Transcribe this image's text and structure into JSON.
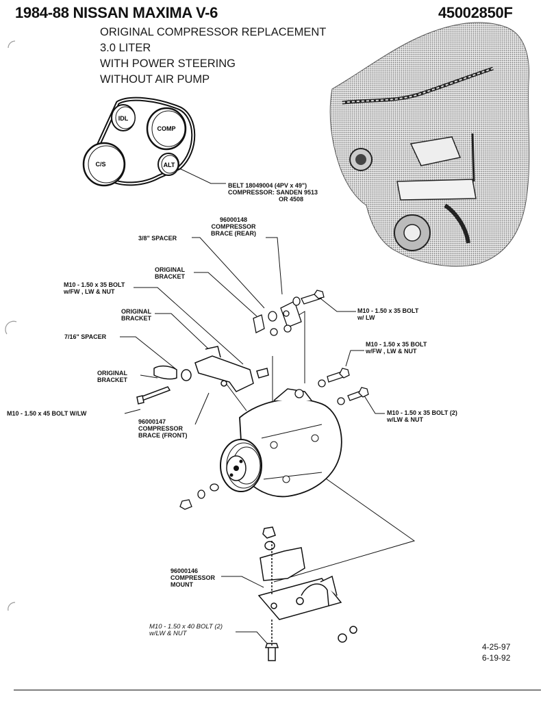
{
  "header": {
    "title": "1984-88 NISSAN MAXIMA V-6",
    "part_number": "45002850F",
    "subtitle_lines": [
      "ORIGINAL COMPRESSOR REPLACEMENT",
      "3.0 LITER",
      "WITH POWER STEERING",
      "WITHOUT AIR PUMP"
    ]
  },
  "belt_diagram": {
    "pulleys": {
      "idler": "IDL",
      "compressor": "COMP",
      "crankshaft": "C/S",
      "alternator": "ALT"
    },
    "belt_lines": [
      "BELT 18049004 (4PV x 49\")",
      "COMPRESSOR: SANDEN 9513",
      "OR 4508"
    ]
  },
  "callouts": {
    "spacer_3_8": "3/8\" SPACER",
    "brace_rear": [
      "96000148",
      "COMPRESSOR",
      "BRACE (REAR)"
    ],
    "original_bracket_1": [
      "ORIGINAL",
      "BRACKET"
    ],
    "bolt_fw_lw_nut_left": [
      "M10 - 1.50 x 35 BOLT",
      "w/FW , LW & NUT"
    ],
    "original_bracket_2": [
      "ORIGINAL",
      "BRACKET"
    ],
    "spacer_7_16": "7/16\" SPACER",
    "original_bracket_3": [
      "ORIGINAL",
      "BRACKET"
    ],
    "bolt_45": "M10 - 1.50 x 45 BOLT W/LW",
    "brace_front": [
      "96000147",
      "COMPRESSOR",
      "BRACE (FRONT)"
    ],
    "bolt_lw_right": [
      "M10 - 1.50 x 35 BOLT",
      "w/ LW"
    ],
    "bolt_fw_lw_nut_right": [
      "M10 - 1.50 x 35 BOLT",
      "w/FW , LW & NUT"
    ],
    "bolt_2_right": [
      "M10 - 1.50 x 35 BOLT (2)",
      "w/LW & NUT"
    ],
    "mount": [
      "96000146",
      "COMPRESSOR",
      "MOUNT"
    ],
    "bolt_40": [
      "M10 - 1.50 x 40 BOLT (2)",
      "w/LW & NUT"
    ]
  },
  "dates": [
    "4-25-97",
    "6-19-92"
  ]
}
